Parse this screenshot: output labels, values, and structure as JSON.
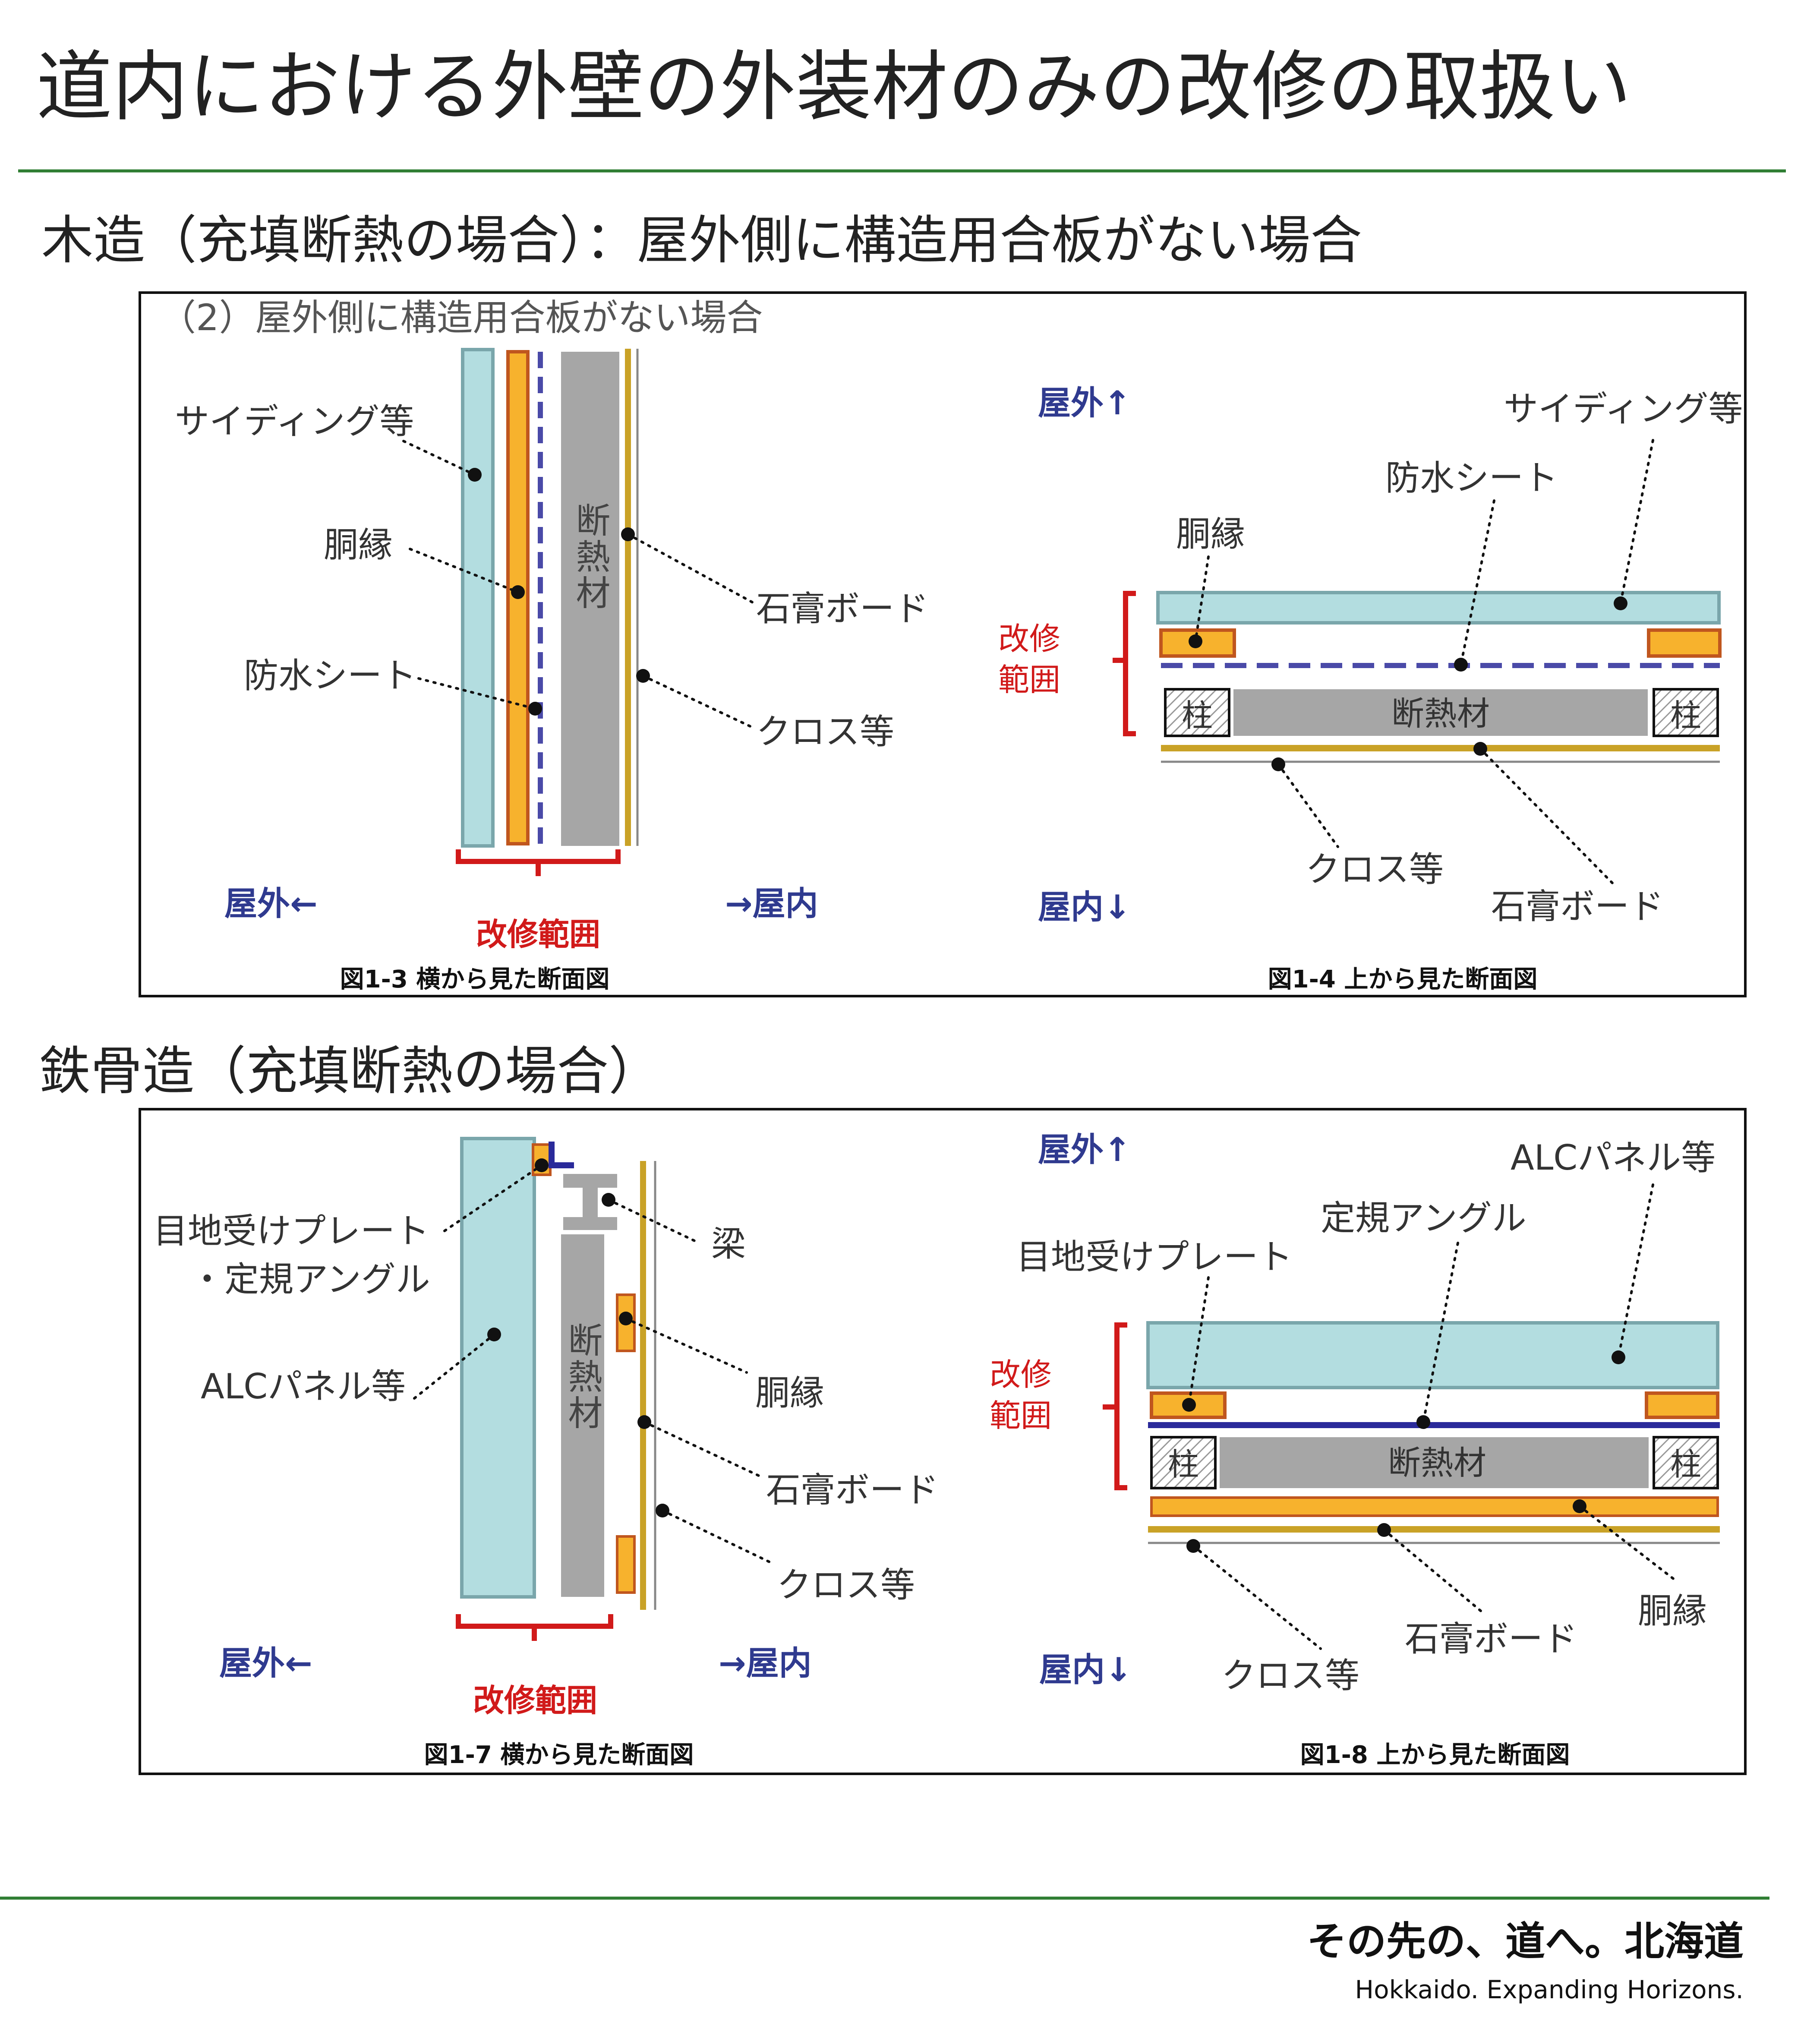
{
  "title": "道内における外壁の外装材のみの改修の取扱い",
  "footer": {
    "slogan": "その先の、道へ。北海道",
    "tagline": "Hokkaido. Expanding Horizons."
  },
  "colors": {
    "accent_line": "#2e7d32",
    "siding": "#b3dde0",
    "furring": "#f7b22d",
    "furring_border": "#c0561e",
    "insulation": "#a6a6a6",
    "gypsum": "#c9a227",
    "sheet": "#4a4aa8",
    "range_red": "#d11a1a",
    "direction_blue": "#2f3a8f"
  },
  "wood": {
    "heading": "木造（充填断熱の場合）：屋外側に構造用合板がない場合",
    "subtitle": "（2）屋外側に構造用合板がない場合",
    "side": {
      "caption": "図1-3 横から見た断面図",
      "insulation_label": "断熱材",
      "out_label": "屋外←",
      "in_label": "→屋内",
      "range_label": "改修範囲",
      "labels": {
        "siding": "サイディング等",
        "furring": "胴縁",
        "sheet": "防水シート",
        "gypsum": "石膏ボード",
        "cloth": "クロス等"
      }
    },
    "top": {
      "caption": "図1-4 上から見た断面図",
      "out_label": "屋外↑",
      "in_label": "屋内↓",
      "range_label_1": "改修",
      "range_label_2": "範囲",
      "pillar": "柱",
      "insulation_label": "断熱材",
      "labels": {
        "siding": "サイディング等",
        "sheet": "防水シート",
        "furring": "胴縁",
        "cloth": "クロス等",
        "gypsum": "石膏ボード"
      }
    }
  },
  "steel": {
    "heading": "鉄骨造（充填断熱の場合）",
    "side": {
      "caption": "図1-7 横から見た断面図",
      "insulation_label": "断熱材",
      "out_label": "屋外←",
      "in_label": "→屋内",
      "range_label": "改修範囲",
      "labels": {
        "joint_plate_1": "目地受けプレート",
        "joint_plate_2": "・定規アングル",
        "alc": "ALCパネル等",
        "beam": "梁",
        "furring": "胴縁",
        "gypsum": "石膏ボード",
        "cloth": "クロス等"
      }
    },
    "top": {
      "caption": "図1-8 上から見た断面図",
      "out_label": "屋外↑",
      "in_label": "屋内↓",
      "range_label_1": "改修",
      "range_label_2": "範囲",
      "pillar": "柱",
      "insulation_label": "断熱材",
      "labels": {
        "alc": "ALCパネル等",
        "angle": "定規アングル",
        "joint_plate": "目地受けプレート",
        "furring": "胴縁",
        "gypsum": "石膏ボード",
        "cloth": "クロス等"
      }
    }
  }
}
